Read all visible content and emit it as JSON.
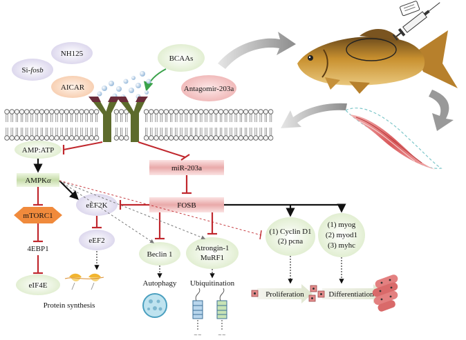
{
  "compounds": {
    "nh125": "NH125",
    "si_prefix": "Si-",
    "si_gene": "fosb",
    "aicar": "AICAR",
    "bcaas": "BCAAs",
    "antagomir": "Antagomir-203a"
  },
  "pathway": {
    "amp_atp": "AMP:ATP",
    "ampk_base": "AMPK",
    "ampk_greek": "α",
    "mtorc1": "mTORC1",
    "ebp1": "4EBP1",
    "eif4e": "eIF4E",
    "eef2k": "eEF2K",
    "eef2": "eEF2",
    "protein_synthesis": "Protein synthesis",
    "mir203a": "miR-203a",
    "fosb": "FOSB",
    "beclin": "Beclin 1",
    "autophagy": "Autophagy",
    "atrogin_1": "Atrongin-1",
    "atrogin_2": "MuRF1",
    "ubiquitination": "Ubiquitination",
    "cyclin_1": "(1) Cyclin D1",
    "cyclin_2": "(2) pcna",
    "myog_1": "(1) myog",
    "myog_2": "(2) myod1",
    "myog_3": "(3) myhc",
    "proliferation": "Proliferation",
    "differentiation": "Differentiation"
  },
  "colors": {
    "inhibit": "#c0272d",
    "activate": "#111111",
    "mint": "#e9f3df",
    "pink": "#f6d3d3",
    "peach": "#f9d8c2",
    "lavender": "#e4e1f0",
    "orange": "#f08a3c",
    "receptor": "#5d6b2c",
    "receptor_head": "#6b2c3b"
  }
}
